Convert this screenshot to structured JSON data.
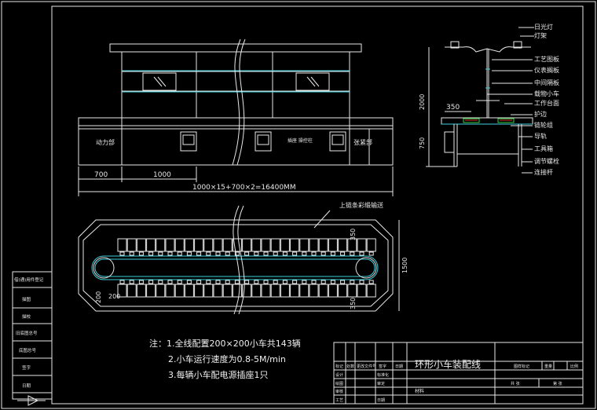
{
  "drawing": {
    "title": "环形小车装配线",
    "notes": [
      "注：1.全线配置200×200小车共143辆",
      "2.小车运行速度为0.8-5M/min",
      "3.每辆小车配电源插座1只"
    ]
  },
  "front_view": {
    "left_label": "动力部",
    "right_label": "张紧部",
    "center_label": "插座 操控柱",
    "dim_700": "700",
    "dim_1000": "1000",
    "dim_total": "1000×15+700×2=16400MM"
  },
  "side_view": {
    "dim_350": "350",
    "dim_2000": "2000",
    "dim_750": "750",
    "labels": [
      "日光灯",
      "灯架",
      "工艺图板",
      "仪表搁板",
      "中间隔板",
      "载物小车",
      "工作台面",
      "护边",
      "链轮组",
      "导轨",
      "工具箱",
      "调节螺栓",
      "连接杆"
    ]
  },
  "plan_view": {
    "belt_label": "上链条彩缎输送",
    "dim_1500": "1500",
    "dim_350_top": "350",
    "dim_350_bottom": "350",
    "dim_200_a": "200",
    "dim_200_b": "200"
  },
  "side_strip": {
    "labels": [
      "借(通)用件登记",
      "描图",
      "描校",
      "旧底图总号",
      "底图总号",
      "签字",
      "日期"
    ]
  },
  "title_block": {
    "row1": [
      "标记",
      "处数",
      "更改文件号",
      "签字",
      "日期"
    ],
    "row2": [
      "设计",
      "标准化"
    ],
    "row3": [
      "绘图",
      "审定"
    ],
    "row4": [
      "审核"
    ],
    "row5": [
      "工艺",
      "日期"
    ],
    "material": "材料",
    "header_right": [
      "图样标记",
      "重量",
      "比例"
    ],
    "sheet_right": [
      "共 张",
      "第 张"
    ]
  }
}
